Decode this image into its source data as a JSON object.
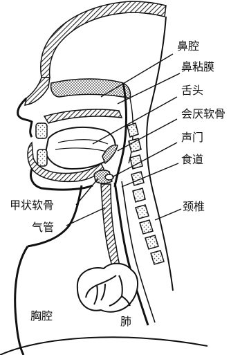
{
  "labels": {
    "nasal_cavity": "鼻腔",
    "nasal_mucosa": "鼻粘膜",
    "tongue": "舌头",
    "epiglottis": "会厌软骨",
    "glottis": "声门",
    "esophagus": "食道",
    "thyroid_cartilage": "甲状软骨",
    "trachea": "气管",
    "cervical_vertebrae": "颈椎",
    "thoracic_cavity": "胸腔",
    "lung": "肺"
  },
  "colors": {
    "ink": "#111111",
    "hatch": "#222222",
    "stipple": "#555555",
    "background": "#ffffff"
  }
}
